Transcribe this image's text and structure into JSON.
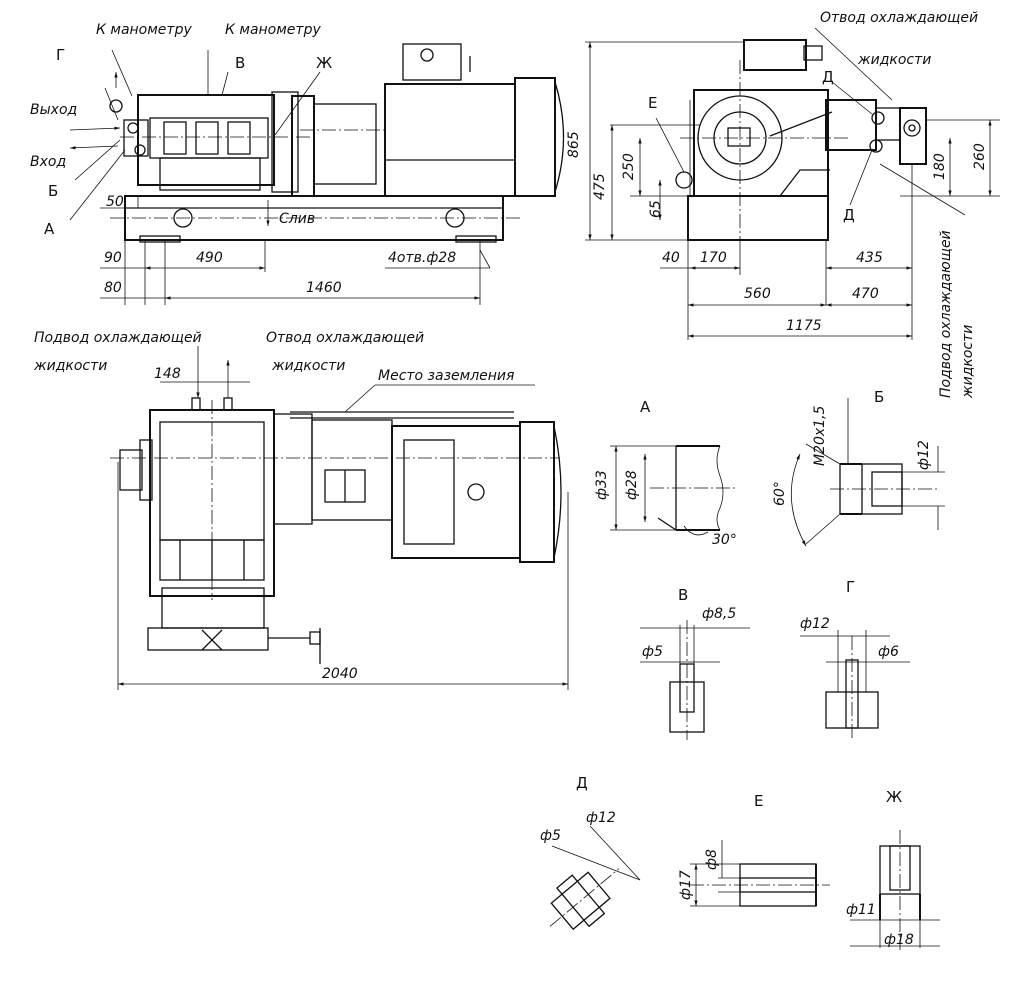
{
  "top_left_view": {
    "leader_g": "Г",
    "to_manometer_1": "К манометру",
    "to_manometer_2": "К манометру",
    "leader_v": "В",
    "leader_zh": "Ж",
    "outlet": "Выход",
    "inlet": "Вход",
    "leader_b": "Б",
    "leader_a": "А",
    "drain": "Слив",
    "dim_50": "50",
    "dim_90": "90",
    "dim_80": "80",
    "dim_490": "490",
    "dim_1460": "1460",
    "holes": "4отв.ф28"
  },
  "top_right_view": {
    "coolant_out_1": "Отвод охлаждающей",
    "coolant_out_2": "жидкости",
    "coolant_in_1": "Подвод охлаждающей",
    "coolant_in_2": "жидкости",
    "leader_d_top": "Д",
    "leader_d_bottom": "Д",
    "leader_e": "Е",
    "dim_865": "865",
    "dim_475": "475",
    "dim_250": "250",
    "dim_65": "65",
    "dim_180": "180",
    "dim_260": "260",
    "dim_40": "40",
    "dim_170": "170",
    "dim_435": "435",
    "dim_560": "560",
    "dim_470": "470",
    "dim_1175": "1175"
  },
  "plan_view": {
    "coolant_in_1": "Подвод охлаждающей",
    "coolant_in_2": "жидкости",
    "coolant_out_1": "Отвод охлаждающей",
    "coolant_out_2": "жидкости",
    "dim_148": "148",
    "grounding": "Место заземления",
    "dim_2040": "2040"
  },
  "details": {
    "a": {
      "label": "А",
      "d33": "ф33",
      "d28": "ф28",
      "angle": "30°"
    },
    "b": {
      "label": "Б",
      "thread": "M20x1,5",
      "d12": "ф12",
      "angle": "60°"
    },
    "v": {
      "label": "В",
      "d85": "ф8,5",
      "d5": "ф5"
    },
    "g": {
      "label": "Г",
      "d12": "ф12",
      "d6": "ф6"
    },
    "d": {
      "label": "Д",
      "d12": "ф12",
      "d5": "ф5"
    },
    "e": {
      "label": "Е",
      "d8": "ф8",
      "d17": "ф17"
    },
    "zh": {
      "label": "Ж",
      "d11": "ф11",
      "d18": "ф18"
    }
  }
}
